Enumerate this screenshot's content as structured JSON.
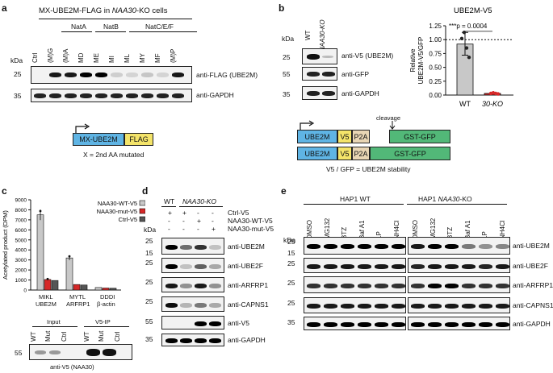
{
  "panels": {
    "a": "a",
    "b": "b",
    "c": "c",
    "d": "d",
    "e": "e"
  },
  "a": {
    "title_pre": "MX-UBE2M-FLAG in ",
    "title_gene": "NAA30",
    "title_post": "-KO cells",
    "groups": [
      "NatA",
      "NatB",
      "NatC/E/F"
    ],
    "lanes": [
      "Ctrl",
      "(M)G",
      "(M)A",
      "MD",
      "ME",
      "MI",
      "ML",
      "MY",
      "MF",
      "(M)P"
    ],
    "kda": "kDa",
    "markers": [
      "25",
      "35"
    ],
    "blots": [
      "anti-FLAG (UBE2M)",
      "anti-GAPDH"
    ],
    "construct": [
      "MX-UBE2M",
      "FLAG"
    ],
    "note": "X = 2nd AA mutated"
  },
  "b": {
    "lanes_wt": "WT",
    "lanes_ko": "NAA30-KO",
    "kda": "kDa",
    "markers": [
      "25",
      "55",
      "35"
    ],
    "blots": [
      "anti-V5 (UBE2M)",
      "anti-GFP",
      "anti-GAPDH"
    ],
    "cleavage": "cleavage",
    "construct1": [
      "UBE2M",
      "V5",
      "P2A",
      "GST-GFP"
    ],
    "construct2": [
      "UBE2M",
      "V5",
      "P2A",
      "GST-GFP"
    ],
    "note": "V5 / GFP = UBE2M stability"
  },
  "b_chart": {
    "chart_data": {
      "type": "bar",
      "title": "UBE2M-V5",
      "categories": [
        "WT",
        "30-KO"
      ],
      "values": [
        0.92,
        0.03
      ],
      "points": [
        [
          1.02,
          1.13,
          0.85,
          0.68
        ],
        [
          0.03,
          0.04,
          0.03,
          0.02
        ]
      ],
      "ylabel": "Relative UBE2M-V5/GFP",
      "ylim": [
        0,
        1.25
      ],
      "yticks": [
        "0.00",
        "0.25",
        "0.50",
        "0.75",
        "1.00",
        "1.25"
      ],
      "reference_line": 1.0,
      "annotation": "***p = 0.0004",
      "colors": [
        "#c8c8c8",
        "#d62828"
      ]
    }
  },
  "c": {
    "chart_data": {
      "type": "bar",
      "categories": [
        "MIKL UBE2M",
        "MYTL ARFRP1",
        "DDDI β-actin"
      ],
      "series": [
        {
          "name": "NAA30-WT-V5",
          "values": [
            7500,
            3200,
            250
          ],
          "color": "#c8c8c8"
        },
        {
          "name": "NAA30-mut-V5",
          "values": [
            1050,
            550,
            200
          ],
          "color": "#d62828"
        },
        {
          "name": "Ctrl-V5",
          "values": [
            950,
            500,
            180
          ],
          "color": "#555555"
        }
      ],
      "ylabel": "Acetylated product (DPM)",
      "ylim": [
        0,
        9000
      ],
      "yticks": [
        "0",
        "1000",
        "2000",
        "3000",
        "4000",
        "5000",
        "6000",
        "7000",
        "8000",
        "9000"
      ]
    },
    "cat_line1": [
      "MIKL",
      "MYTL",
      "DDDI"
    ],
    "cat_line2": [
      "UBE2M",
      "ARFRP1",
      "β-actin"
    ],
    "input": "Input",
    "ip": "V5-IP",
    "lanes": [
      "WT",
      "Mut",
      "Ctrl",
      "WT",
      "Mut",
      "Ctrl"
    ],
    "marker": "55",
    "blot": "anti-V5 (NAA30)"
  },
  "d": {
    "wt": "WT",
    "ko": "NAA30-KO",
    "kda": "kDa",
    "rows": [
      {
        "label": "Ctrl-V5",
        "signs": [
          "+",
          "+",
          "-",
          "-"
        ]
      },
      {
        "label": "NAA30-WT-V5",
        "signs": [
          "-",
          "-",
          "+",
          "-"
        ]
      },
      {
        "label": "NAA30-mut-V5",
        "signs": [
          "-",
          "-",
          "-",
          "+"
        ]
      }
    ],
    "blots": [
      "anti-UBE2M",
      "anti-UBE2F",
      "anti-ARFRP1",
      "anti-CAPNS1",
      "anti-V5",
      "anti-GAPDH"
    ],
    "markers": [
      "25",
      "15",
      "25",
      "25",
      "25",
      "55",
      "35"
    ]
  },
  "e": {
    "wt": "HAP1 WT",
    "ko_pre": "HAP1 ",
    "ko_gene": "NAA30",
    "ko_post": "-KO",
    "lanes": [
      "DMSO",
      "MG132",
      "BTZ",
      "Baf A1",
      "LP",
      "NH4Cl",
      "DMSO",
      "MG132",
      "BTZ",
      "Baf A1",
      "LP",
      "NH4Cl"
    ],
    "kda": "kDa",
    "blots": [
      "anti-UBE2M",
      "anti-UBE2F",
      "anti-ARFRP1",
      "anti-CAPNS1",
      "anti-GAPDH"
    ],
    "markers": [
      "25",
      "15",
      "25",
      "25",
      "25",
      "35"
    ]
  },
  "colors": {
    "blue": "#5fb4e4",
    "yellow": "#f4e46a",
    "tan": "#e8d5b4",
    "green": "#52b878",
    "red": "#d62828",
    "grey": "#c8c8c8",
    "dark": "#555555"
  }
}
